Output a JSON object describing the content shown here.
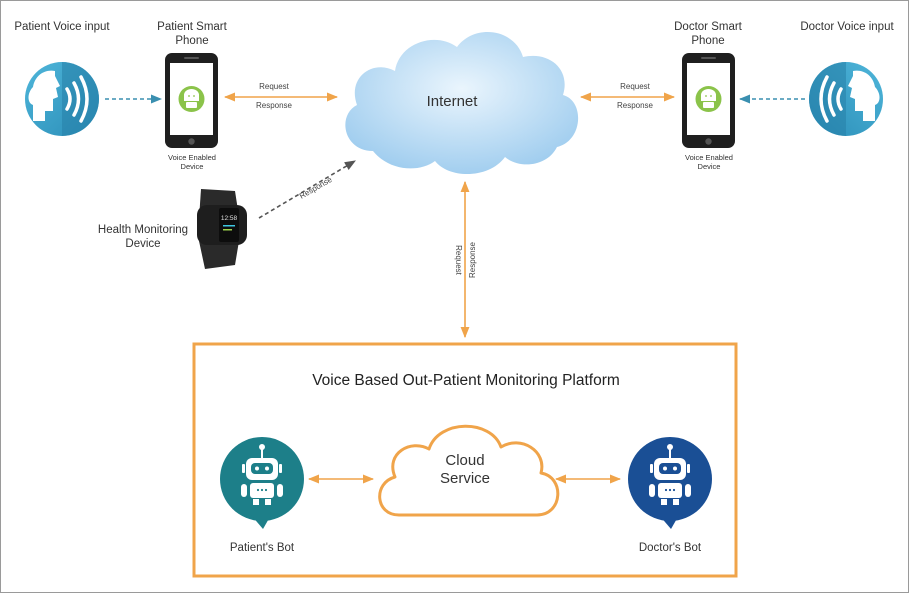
{
  "patient_voice": {
    "label": "Patient Voice input"
  },
  "patient_phone": {
    "label": "Patient Smart Phone",
    "caption": "Voice Enabled Device"
  },
  "doctor_phone": {
    "label": "Doctor Smart Phone",
    "caption": "Voice Enabled Device"
  },
  "doctor_voice": {
    "label": "Doctor Voice input"
  },
  "internet": {
    "label": "Internet"
  },
  "health_device": {
    "label": "Health Monitoring Device",
    "screen_time": "12:58"
  },
  "links": {
    "patient_request": "Request",
    "patient_response": "Response",
    "doctor_request": "Request",
    "doctor_response": "Response",
    "health_response": "Response",
    "platform_request": "Request",
    "platform_response": "Response"
  },
  "platform": {
    "title": "Voice Based Out-Patient Monitoring Platform",
    "cloud_label_line1": "Cloud",
    "cloud_label_line2": "Service",
    "patient_bot_label": "Patient's Bot",
    "doctor_bot_label": "Doctor's Bot"
  },
  "colors": {
    "orange": "#f0a44a",
    "teal": "#1d7f89",
    "navy": "#1a4f95",
    "voice_blue": "#37a3c7",
    "android_green": "#8bc34a",
    "internet_cloud": "#a9d3f3"
  }
}
